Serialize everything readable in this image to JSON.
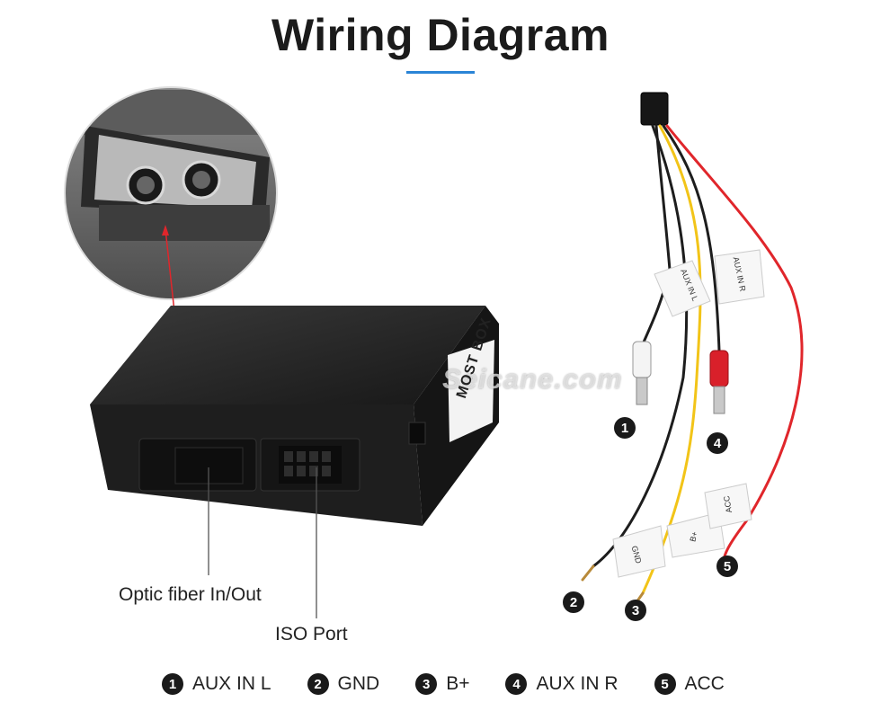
{
  "title": "Wiring Diagram",
  "watermark": "Seicane.com",
  "box_print": "MOST BOX",
  "callouts": {
    "optic": "Optic fiber In/Out",
    "iso": "ISO Port"
  },
  "wire_tags": {
    "aux_l": "AUX IN L",
    "aux_r": "AUX IN R",
    "gnd": "GND",
    "bplus": "B+",
    "acc": "ACC"
  },
  "wire_markers": [
    "1",
    "2",
    "3",
    "4",
    "5"
  ],
  "legend": [
    {
      "num": "1",
      "label": "AUX IN L"
    },
    {
      "num": "2",
      "label": "GND"
    },
    {
      "num": "3",
      "label": "B+"
    },
    {
      "num": "4",
      "label": "AUX IN R"
    },
    {
      "num": "5",
      "label": "ACC"
    }
  ],
  "colors": {
    "accent_underline": "#2a84d6",
    "red_wire": "#e0262b",
    "yellow_wire": "#f2c418",
    "black_wire": "#1d1d1d",
    "pointer": "#e0262b"
  }
}
